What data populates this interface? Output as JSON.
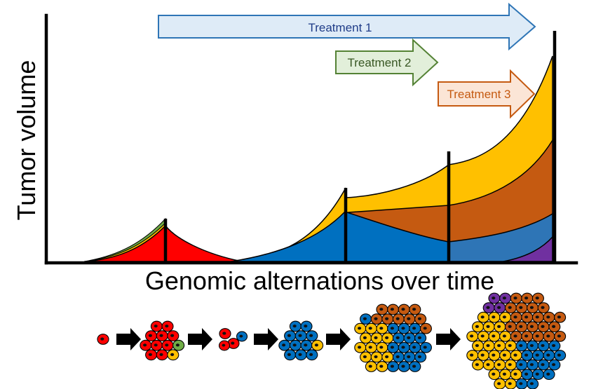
{
  "diagram": {
    "y_axis_label": "Tumor volume",
    "x_axis_label": "Genomic alternations over time"
  },
  "treatments": [
    {
      "label": "Treatment 1",
      "fill": "#deebf7",
      "stroke": "#2e75b6",
      "text_color": "#1f3c88"
    },
    {
      "label": "Treatment 2",
      "fill": "#e2efda",
      "stroke": "#548235",
      "text_color": "#385723"
    },
    {
      "label": "Treatment 3",
      "fill": "#fbe5d6",
      "stroke": "#c55a11",
      "text_color": "#c55a11"
    }
  ],
  "clone_colors": {
    "red": "#ff0000",
    "blue": "#0070c0",
    "yellow": "#ffc000",
    "orange": "#c55a11",
    "steel_blue": "#2e75b6",
    "purple": "#7030a0",
    "green": "#70ad47"
  },
  "cell_clusters": [
    {
      "id": "stage-1",
      "clones": [
        "red"
      ]
    },
    {
      "id": "stage-2",
      "clones": [
        "red",
        "green",
        "yellow"
      ]
    },
    {
      "id": "stage-3",
      "clones": [
        "red",
        "blue"
      ]
    },
    {
      "id": "stage-4",
      "clones": [
        "blue",
        "yellow"
      ]
    },
    {
      "id": "stage-5",
      "clones": [
        "orange",
        "yellow",
        "blue"
      ]
    },
    {
      "id": "stage-6",
      "clones": [
        "purple",
        "orange",
        "yellow",
        "blue"
      ]
    }
  ]
}
